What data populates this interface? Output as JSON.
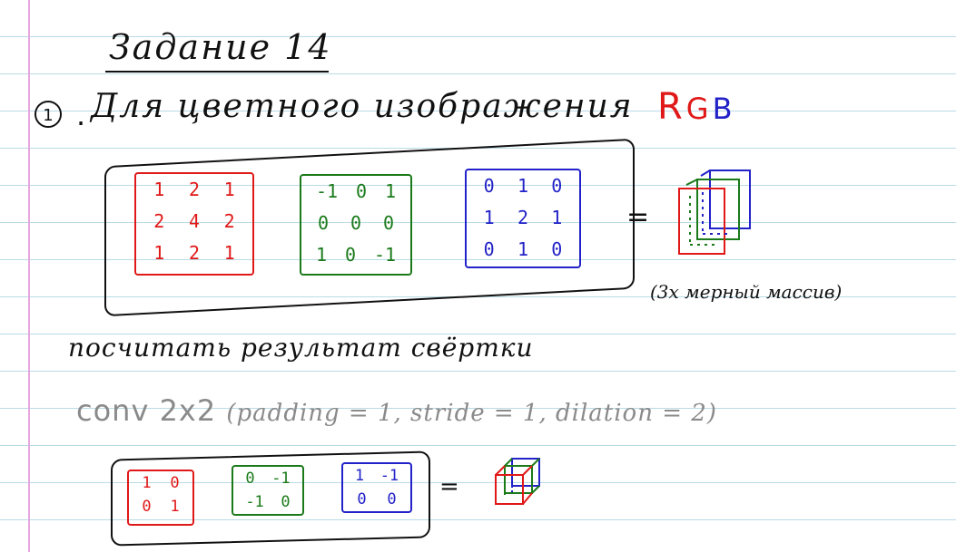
{
  "title": "Задание 14",
  "task": {
    "number": "1",
    "dot": ".",
    "text": "Для цветного изображения",
    "rgb": {
      "r": "R",
      "g": "G",
      "b": "B",
      "colors": {
        "r": "#e01818",
        "g": "#e01818",
        "b": "#2222c8"
      }
    }
  },
  "input_kernels": {
    "red": [
      [
        "1",
        "2",
        "1"
      ],
      [
        "2",
        "4",
        "2"
      ],
      [
        "1",
        "2",
        "1"
      ]
    ],
    "green": [
      [
        "-1",
        "0",
        "1"
      ],
      [
        "0",
        "0",
        "0"
      ],
      [
        "1",
        "0",
        "-1"
      ]
    ],
    "blue": [
      [
        "0",
        "1",
        "0"
      ],
      [
        "1",
        "2",
        "1"
      ],
      [
        "0",
        "1",
        "0"
      ]
    ],
    "colors": {
      "red": "#e01818",
      "green": "#1a7a1a",
      "blue": "#2222c8"
    }
  },
  "equals": "=",
  "note": "(3x мерный массив)",
  "instruction": "посчитать результат свёртки",
  "conv": {
    "prefix": "conv 2x2",
    "params": "(padding = 1, stride = 1, dilation = 2)"
  },
  "conv_kernels": {
    "red": [
      [
        "1",
        "0"
      ],
      [
        "0",
        "1"
      ]
    ],
    "green": [
      [
        "0",
        "-1"
      ],
      [
        "-1",
        "0"
      ]
    ],
    "blue": [
      [
        "1",
        "-1"
      ],
      [
        "0",
        "0"
      ]
    ]
  }
}
